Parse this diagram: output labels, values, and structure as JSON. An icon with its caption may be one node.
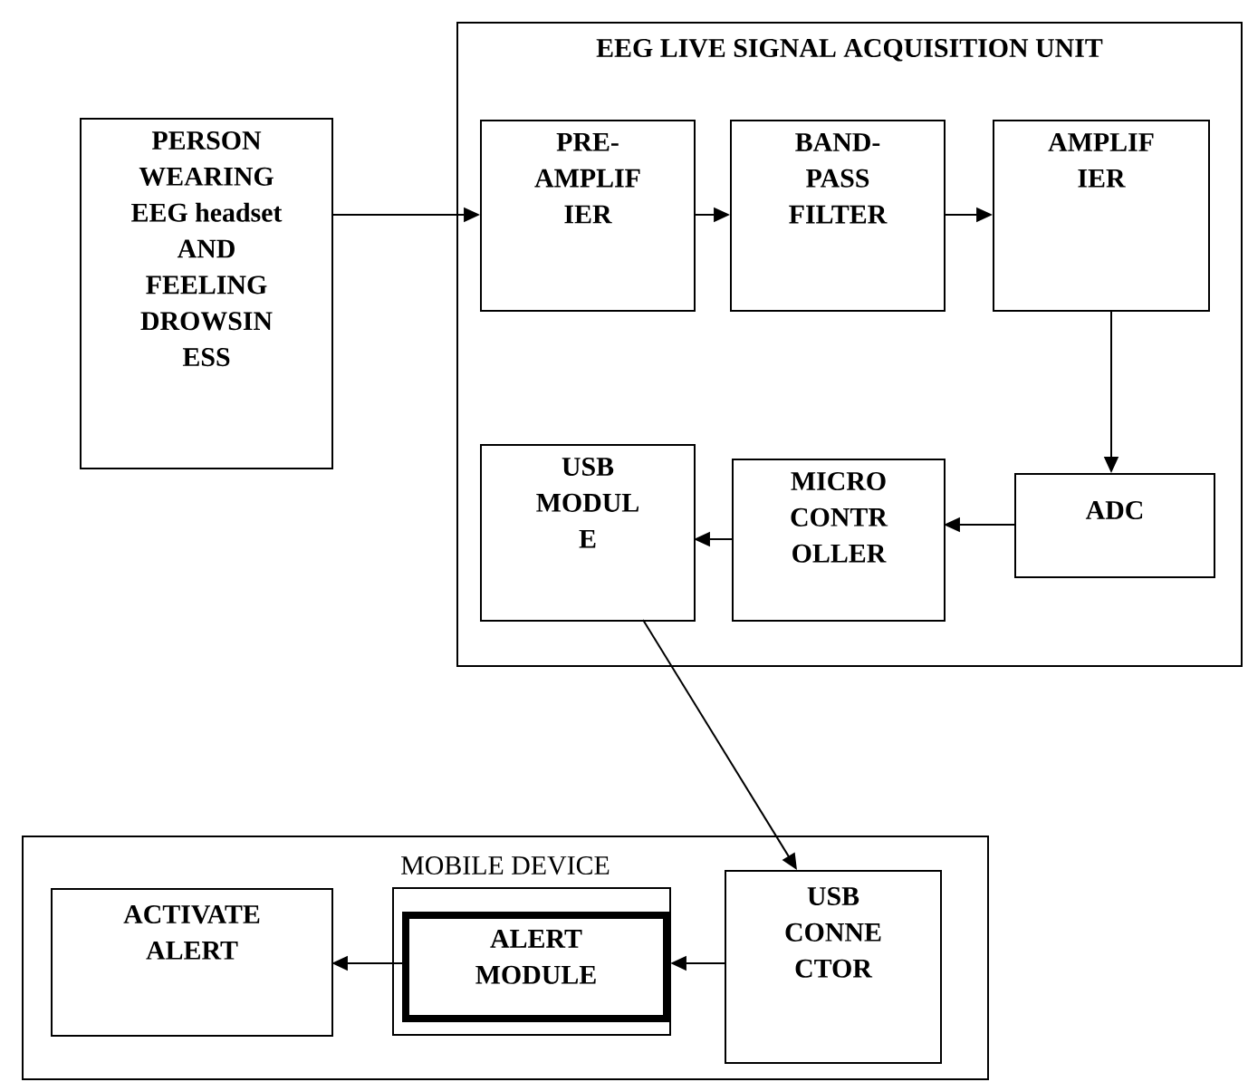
{
  "diagram": {
    "nodes": [
      {
        "text": [
          "EEG LIVE SIGNAL ACQUISITION UNIT"
        ]
      },
      {
        "text": [
          "PERSON WEARING EEG headset AND FEELING DROWSIN ESS"
        ]
      },
      {
        "text": [
          "PRE- AMPLIF IER"
        ],
        "in": 0
      },
      {
        "text": [
          "BAND- PASS FILTER"
        ],
        "in": 0
      },
      {
        "text": [
          "AMPLIF IER"
        ],
        "in": 0
      },
      {
        "text": [
          "USB MODUL E"
        ],
        "in": 0
      },
      {
        "text": [
          "MICRO CONTR OLLER"
        ],
        "in": 0
      },
      {
        "text": [
          "ADC"
        ],
        "in": 0
      },
      {
        "text": [
          "MOBILE DEVICE"
        ]
      },
      {
        "text": [
          "ACTIVATE ALERT"
        ],
        "in": 8
      },
      {
        "text": [
          "ALERT MODULE"
        ],
        "in": 8
      },
      {
        "text": [
          "USB CONNE CTOR"
        ],
        "in": 8
      }
    ],
    "edges": [
      {
        "from": 1,
        "to": 2,
        "arrow": "to"
      },
      {
        "from": 2,
        "to": 3,
        "arrow": "to"
      },
      {
        "from": 3,
        "to": 4,
        "arrow": "to"
      },
      {
        "from": 4,
        "to": 7,
        "arrow": "to"
      },
      {
        "from": 7,
        "to": 6,
        "arrow": "to"
      },
      {
        "from": 6,
        "to": 5,
        "arrow": "to"
      },
      {
        "from": 5,
        "to": 11,
        "arrow": "to"
      },
      {
        "from": 11,
        "to": 10,
        "arrow": "to"
      },
      {
        "from": 10,
        "to": 9,
        "arrow": "to"
      }
    ]
  }
}
